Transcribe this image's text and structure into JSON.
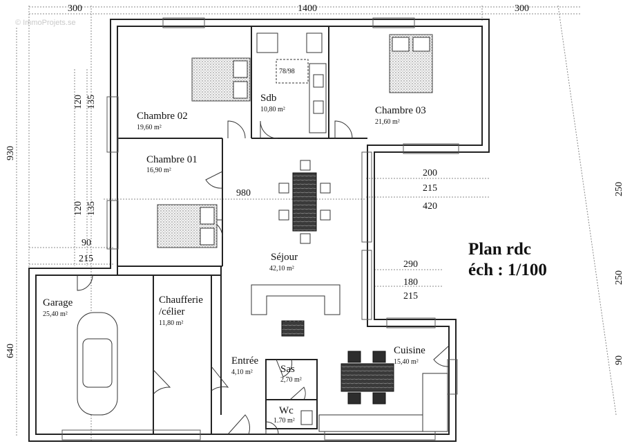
{
  "watermark": "© ImmoProjets.se",
  "title": {
    "line1": "Plan rdc",
    "line2": "éch : 1/100"
  },
  "rooms": {
    "chambre02": {
      "name": "Chambre 02",
      "area": "19,60 m²"
    },
    "sdb": {
      "name": "Sdb",
      "area": "10,80 m²",
      "shower": "78/98"
    },
    "chambre03": {
      "name": "Chambre 03",
      "area": "21,60 m²"
    },
    "chambre01": {
      "name": "Chambre 01",
      "area": "16,90 m²"
    },
    "sejour": {
      "name": "Séjour",
      "area": "42,10 m²"
    },
    "garage": {
      "name": "Garage",
      "area": "25,40 m²"
    },
    "chaufferie": {
      "name_line1": "Chaufferie",
      "name_line2": "/célier",
      "area": "11,80 m²"
    },
    "entree": {
      "name": "Entrée",
      "area": "4,10 m²"
    },
    "sas": {
      "name": "Sas",
      "area": "2,70 m²"
    },
    "wc": {
      "name": "Wc",
      "area": "1.70 m²"
    },
    "cuisine": {
      "name": "Cuisine",
      "area": "15,40 m²"
    }
  },
  "dimensions": {
    "top_left": "300",
    "top_mid": "1400",
    "top_right": "300",
    "left_930": "930",
    "left_640": "640",
    "left_120a": "120",
    "left_135a": "135",
    "left_120b": "120",
    "left_135b": "135",
    "left_90": "90",
    "left_215": "215",
    "inner_980": "980",
    "right_200": "200",
    "right_215a": "215",
    "right_420": "420",
    "right_290": "290",
    "right_180": "180",
    "right_215b": "215",
    "edge_250a": "250",
    "edge_250b": "250",
    "edge_90": "90"
  }
}
